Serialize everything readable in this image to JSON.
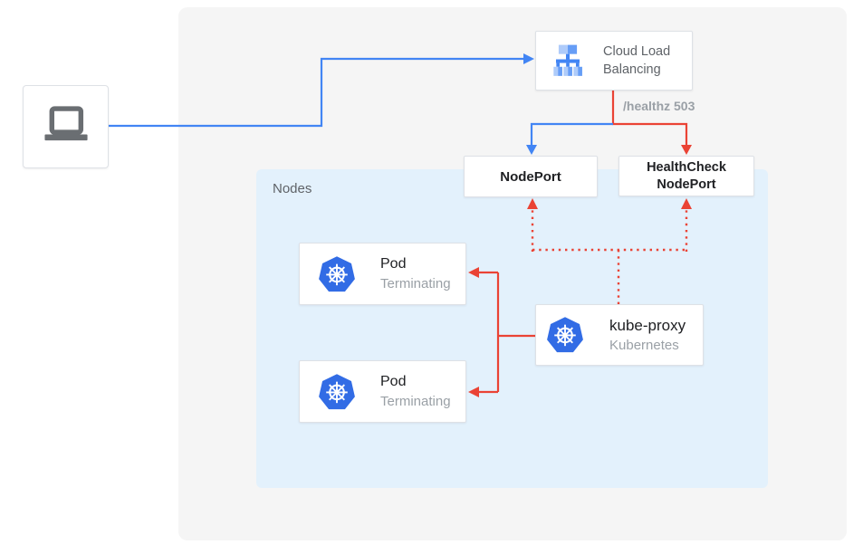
{
  "diagram": {
    "nodes_label": "Nodes",
    "healthz_label": "/healthz 503"
  },
  "boxes": {
    "client": {
      "icon": "laptop-icon"
    },
    "cloud_load_balancing": {
      "line1": "Cloud Load",
      "line2": "Balancing",
      "icon": "cloud-load-balancing-icon"
    },
    "nodeport": {
      "label": "NodePort"
    },
    "healthcheck_nodeport": {
      "line1": "HealthCheck",
      "line2": "NodePort"
    },
    "pod_top": {
      "title": "Pod",
      "status": "Terminating",
      "icon": "kubernetes-icon"
    },
    "pod_bottom": {
      "title": "Pod",
      "status": "Terminating",
      "icon": "kubernetes-icon"
    },
    "kube_proxy": {
      "title": "kube-proxy",
      "subtitle": "Kubernetes",
      "icon": "kubernetes-icon"
    }
  },
  "edges": {
    "client_to_clb": "blue solid arrow",
    "clb_to_nodeport": "blue solid arrow",
    "clb_to_healthcheck_nodeport": "red solid arrow, labeled /healthz 503",
    "kube_proxy_to_pods": "red solid arrows",
    "kube_proxy_to_nodeports": "red dotted arrows"
  },
  "colors": {
    "blue_line": "#4285F4",
    "red_line": "#EA4335",
    "kubernetes_blue": "#326CE5",
    "canvas_bg": "#F5F5F5",
    "nodes_bg": "#E3F1FC",
    "dark_text": "#202124",
    "gray_text": "#5F6368",
    "muted_text": "#9AA0A6"
  }
}
